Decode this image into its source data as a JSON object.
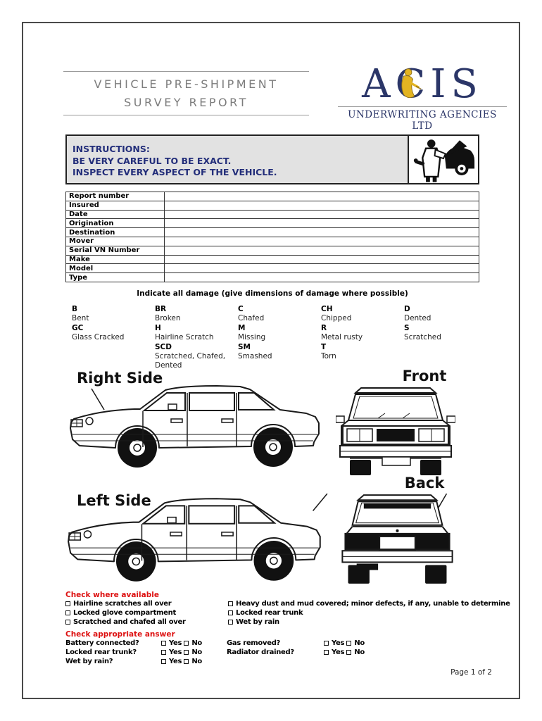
{
  "header": {
    "title_line1": "VEHICLE PRE-SHIPMENT",
    "title_line2": "SURVEY REPORT",
    "logo_text": "ACIS",
    "logo_subtext": "UNDERWRITING AGENCIES LTD"
  },
  "colors": {
    "logo_navy": "#2b3668",
    "logo_gold": "#e3b422",
    "instructions_navy": "#232e7a",
    "heading_red": "#dd1111",
    "title_gray": "#7c7c7c"
  },
  "icons": {
    "instructions_icon": "mechanic-inspecting-car-icon",
    "logo_emblem": "gold-herald-figure-icon"
  },
  "instructions": {
    "heading": "INSTRUCTIONS:",
    "line1": "BE VERY CAREFUL TO BE EXACT.",
    "line2": "INSPECT EVERY ASPECT OF THE VEHICLE."
  },
  "info_table": {
    "rows": [
      "Report number",
      "Insured",
      "Date",
      "Origination",
      "Destination",
      "Mover",
      "Serial VN Number",
      "Make",
      "Model",
      "Type"
    ]
  },
  "damage": {
    "heading": "Indicate all damage (give dimensions of damage where possible)",
    "columns": [
      [
        {
          "code": "B",
          "label": "Bent"
        },
        {
          "code": "GC",
          "label": "Glass Cracked"
        }
      ],
      [
        {
          "code": "BR",
          "label": "Broken"
        },
        {
          "code": "H",
          "label": "Hairline Scratch"
        },
        {
          "code": "SCD",
          "label": "Scratched, Chafed, Dented"
        }
      ],
      [
        {
          "code": "C",
          "label": "Chafed"
        },
        {
          "code": "M",
          "label": "Missing"
        },
        {
          "code": "SM",
          "label": "Smashed"
        }
      ],
      [
        {
          "code": "CH",
          "label": "Chipped"
        },
        {
          "code": "R",
          "label": "Metal rusty"
        },
        {
          "code": "T",
          "label": "Torn"
        }
      ],
      [
        {
          "code": "D",
          "label": "Dented"
        },
        {
          "code": "S",
          "label": "Scratched"
        }
      ]
    ]
  },
  "diagrams": {
    "right_side_label": "Right Side",
    "front_label": "Front",
    "left_side_label": "Left Side",
    "back_label": "Back"
  },
  "check_available": {
    "heading": "Check where available",
    "col1": [
      "Hairline scratches all over",
      "Locked glove compartment",
      "Scratched and chafed all over"
    ],
    "col2": [
      "Heavy dust and mud covered; minor defects, if any, unable to determine",
      "Locked rear trunk",
      "Wet by rain"
    ]
  },
  "check_answers": {
    "heading": "Check appropriate answer",
    "yes_label": "Yes",
    "no_label": "No",
    "col1": [
      "Battery connected?",
      "Locked rear trunk?",
      "Wet by rain?"
    ],
    "col2": [
      "Gas removed?",
      "Radiator drained?"
    ]
  },
  "footer": {
    "page_indicator": "Page 1 of 2"
  }
}
